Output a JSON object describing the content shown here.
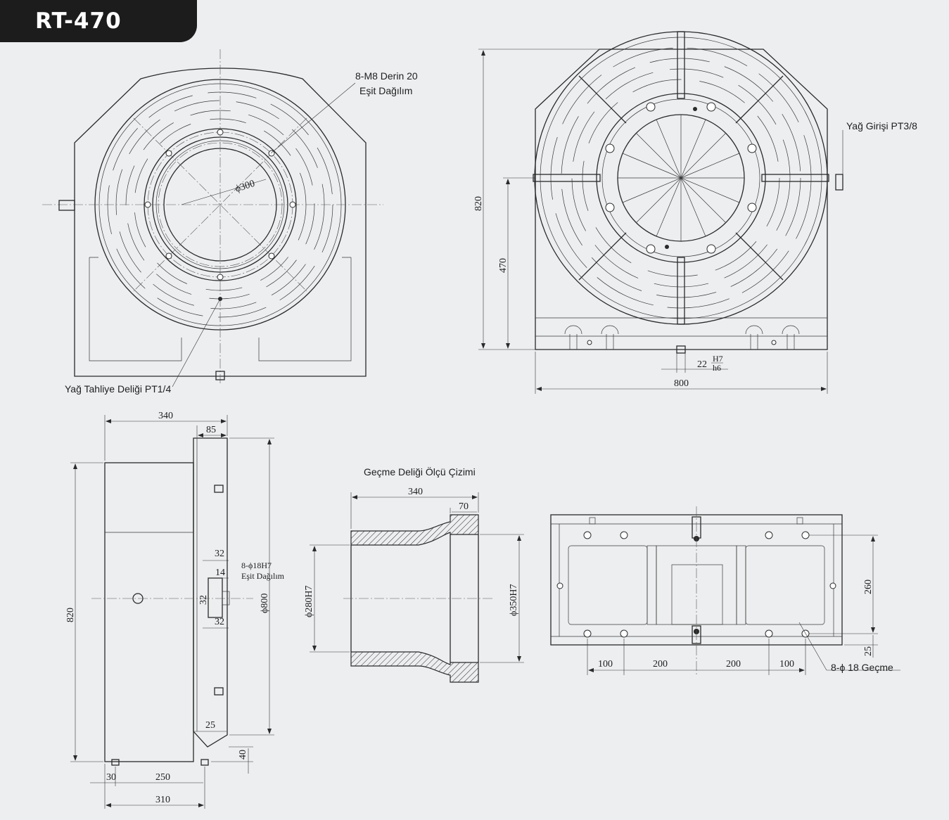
{
  "title": "RT-470",
  "front_view": {
    "callout_bolts": "8-M8 Derin 20",
    "callout_bolts_sub": "Eşit Dağılım",
    "bore_dim": "ϕ300",
    "drain_label": "Yağ Tahliye Deliği PT1/4"
  },
  "top_right_view": {
    "oil_inlet": "Yağ Girişi PT3/8",
    "height_total": "820",
    "height_center": "470",
    "width": "800",
    "key_width": "22",
    "key_fit_top": "H7",
    "key_fit_bottom": "h6"
  },
  "side_view": {
    "depth_total": "340",
    "flange": "85",
    "height": "820",
    "d32_top": "32",
    "d14": "14",
    "d32_mid": "32",
    "d32_bot": "32",
    "pin_holes": "8-ϕ18H7",
    "pin_holes_sub": "Eşit Dağılım",
    "diameter": "ϕ800",
    "d25": "25",
    "d40": "40",
    "base_30": "30",
    "base_250": "250",
    "base_310": "310"
  },
  "bore_section": {
    "title": "Geçme Deliği Ölçü Çizimi",
    "length": "340",
    "step": "70",
    "inner_dia": "ϕ280H7",
    "outer_dia": "ϕ350H7"
  },
  "base_view": {
    "height_260": "260",
    "height_25": "25",
    "w100a": "100",
    "w200a": "200",
    "w200b": "200",
    "w100b": "100",
    "holes": "8-ϕ 18 Geçme"
  }
}
